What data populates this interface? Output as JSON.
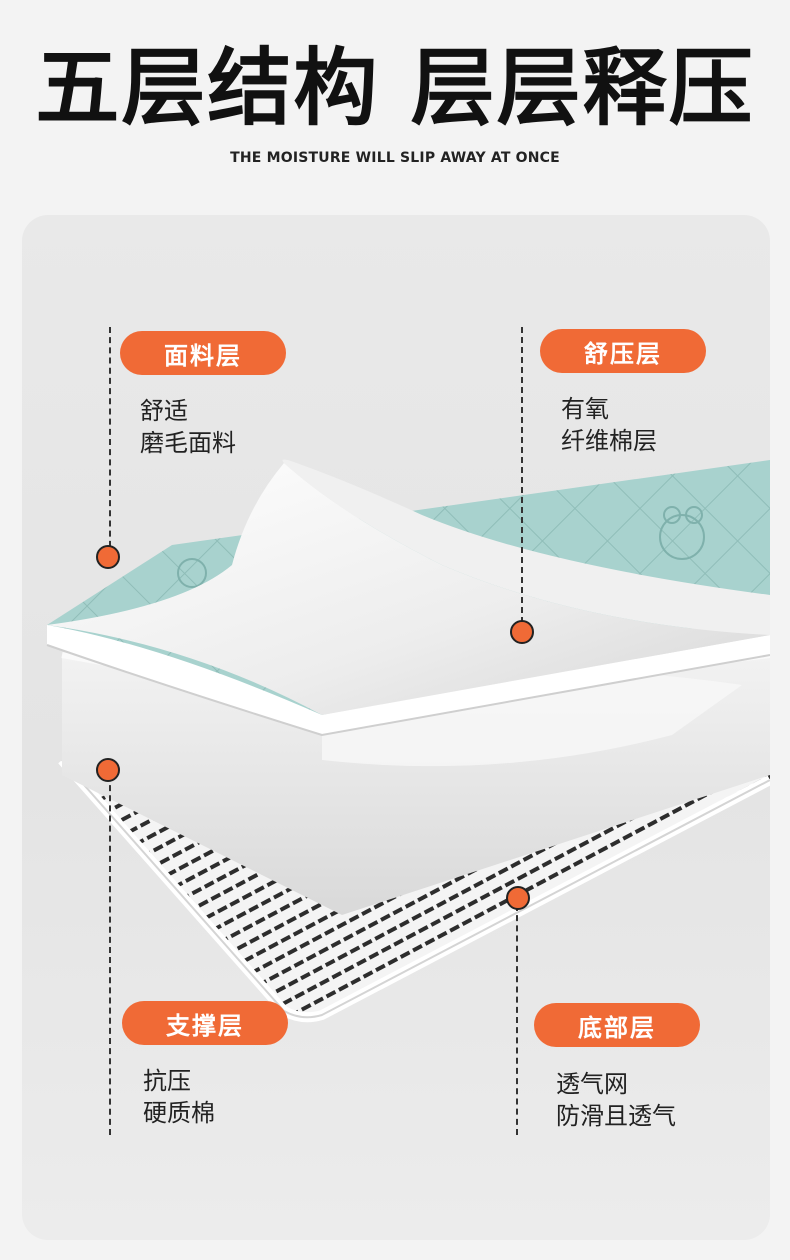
{
  "header": {
    "title": "五层结构 层层释压",
    "subtitle": "THE MOISTURE WILL SLIP AWAY AT ONCE"
  },
  "layers": [
    {
      "name": "面料层",
      "desc": [
        "舒适",
        "磨毛面料"
      ]
    },
    {
      "name": "舒压层",
      "desc": [
        "有氧",
        "纤维棉层"
      ]
    },
    {
      "name": "支撑层",
      "desc": [
        "抗压",
        "硬质棉"
      ]
    },
    {
      "name": "底部层",
      "desc": [
        "透气网",
        "防滑且透气"
      ]
    }
  ],
  "colors": {
    "accent": "#f06a36",
    "fabric": "#a9d3cf",
    "panel": "#e7e7e7"
  }
}
